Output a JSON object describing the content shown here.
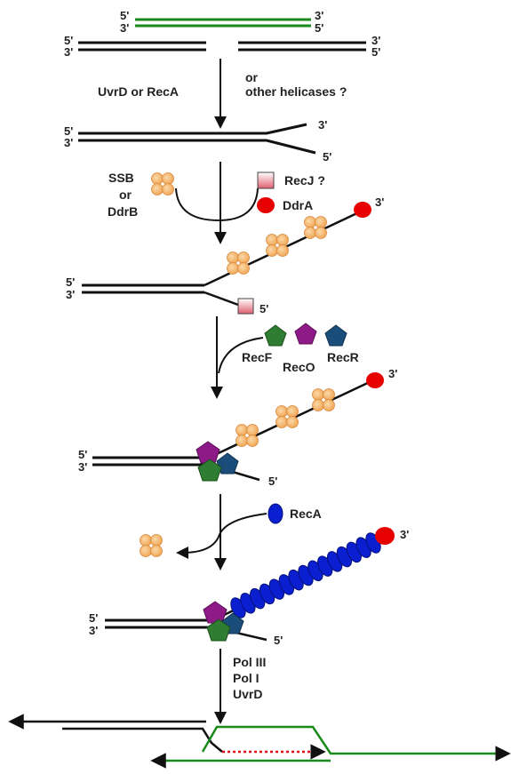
{
  "diagram": {
    "stage1": {
      "green_5": "5'",
      "green_3top": "3'",
      "green_3": "3'",
      "green_5right": "5'",
      "dsb_left_5": "5'",
      "dsb_left_3": "3'",
      "dsb_right_3": "3'",
      "dsb_right_5": "5'"
    },
    "step1": {
      "label": "UvrD or RecA",
      "alt_line1": "or",
      "alt_line2": "other helicases ?"
    },
    "stage2": {
      "left_5": "5'",
      "left_3": "3'",
      "top_3": "3'",
      "bottom_5": "5'"
    },
    "step2": {
      "ssb": "SSB",
      "or": "or",
      "ddrb": "DdrB",
      "recj": "RecJ ?",
      "ddra": "DdrA",
      "end_3": "3'"
    },
    "stage3": {
      "left_5": "5'",
      "left_3": "3'",
      "end_5": "5'"
    },
    "step3": {
      "recf": "RecF",
      "reco": "RecO",
      "recr": "RecR",
      "end_3": "3'"
    },
    "stage4": {
      "left_5": "5'",
      "left_3": "3'",
      "end_5": "5'"
    },
    "step4": {
      "reca": "RecA",
      "end_3": "3'"
    },
    "stage5": {
      "left_5": "5'",
      "left_3": "3'",
      "end_5": "5'"
    },
    "step5": {
      "line1": "Pol III",
      "line2": "Pol I",
      "line3": "UvrD"
    },
    "colors": {
      "dna": "#111111",
      "donor_dna": "#1a8a1a",
      "ssb": "#f3b872",
      "ddra": "#e60000",
      "recj": "#f2b8c0",
      "recf": "#2e7d32",
      "reco": "#8e1a87",
      "recr": "#1b4d7a",
      "reca": "#0a1fd0",
      "synthesis": "#e0101a"
    },
    "icons": [
      "ssb-tetramer-icon",
      "recj-square-icon",
      "ddra-oval-icon",
      "recf-pentagon-icon",
      "reco-pentagon-icon",
      "recr-pentagon-icon",
      "reca-oval-icon"
    ]
  }
}
